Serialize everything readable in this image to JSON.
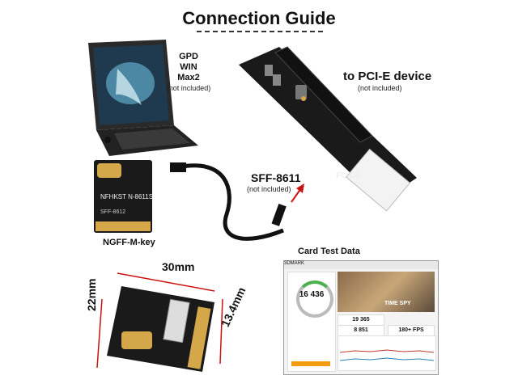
{
  "title": "Connection Guide",
  "labels": {
    "laptop": [
      "GPD",
      "WIN",
      "Max2"
    ],
    "laptop_note": "(not included)",
    "pcie": "to PCI-E device",
    "pcie_note": "(not included)",
    "sff": "SFF-8611",
    "sff_note": "(not included)",
    "ngff": "NGFF-M-key",
    "card_test": "Card Test Data",
    "dim_width": "30mm",
    "dim_height": "22mm",
    "dim_depth": "13.4mm"
  },
  "board_marks": {
    "m2_text_1": "NFHKST N-8611S",
    "m2_text_2": "SFF-8612"
  },
  "screenshot": {
    "app": "3DMARK",
    "score": "16 436",
    "scene": "TIME SPY",
    "stats": [
      "19 365",
      "8 851",
      "180+ FPS"
    ]
  },
  "colors": {
    "arrow": "#cc1111",
    "board": "#1a1a1a",
    "gold": "#d4a84a"
  }
}
